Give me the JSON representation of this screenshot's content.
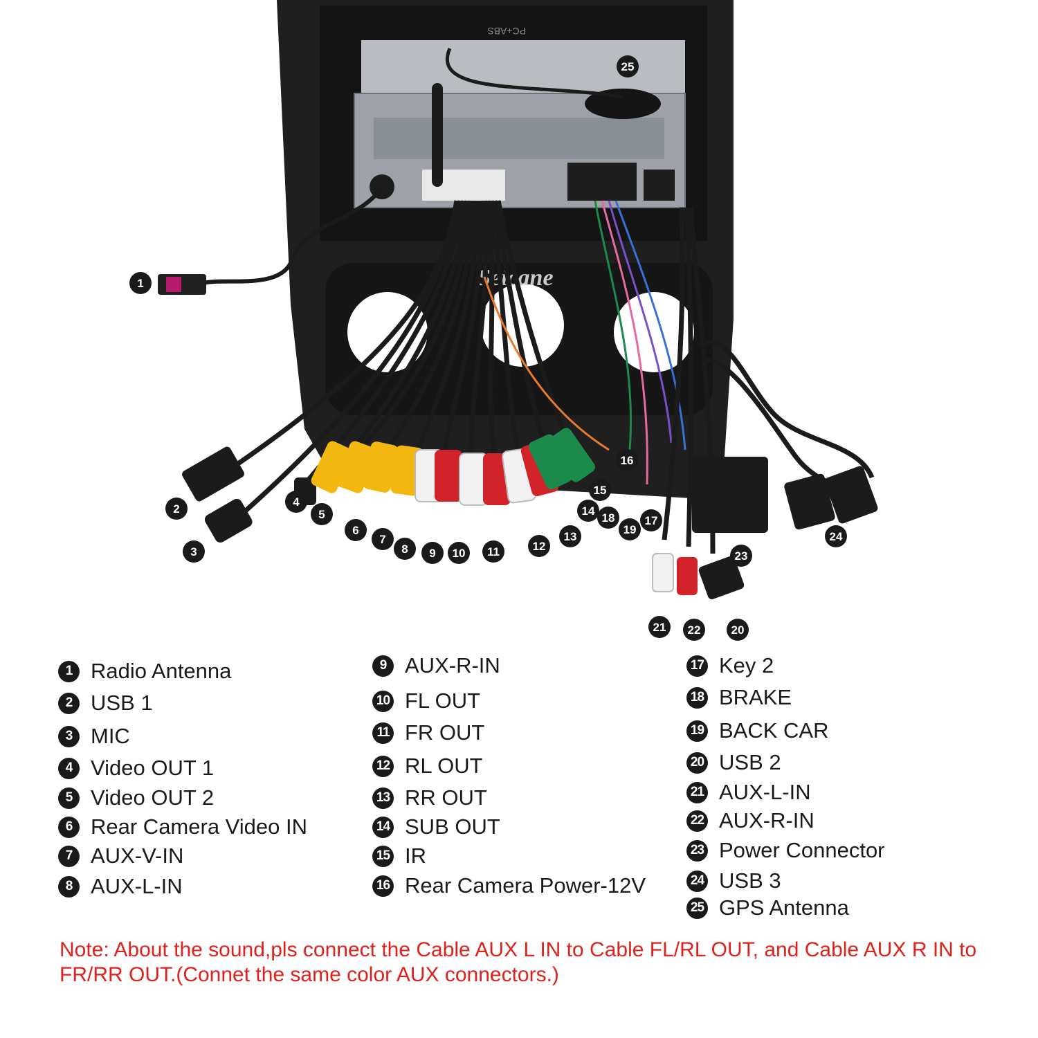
{
  "watermark": "Seicane",
  "casing_label": "PC+ABS",
  "legend": {
    "col1": [
      {
        "num": "1",
        "label": "Radio Antenna"
      },
      {
        "num": "2",
        "label": "USB 1"
      },
      {
        "num": "3",
        "label": "MIC"
      },
      {
        "num": "4",
        "label": "Video OUT 1"
      },
      {
        "num": "5",
        "label": "Video OUT 2"
      },
      {
        "num": "6",
        "label": "Rear Camera Video IN"
      },
      {
        "num": "7",
        "label": "AUX-V-IN"
      },
      {
        "num": "8",
        "label": "AUX-L-IN"
      }
    ],
    "col2": [
      {
        "num": "9",
        "label": "AUX-R-IN"
      },
      {
        "num": "10",
        "label": "FL OUT"
      },
      {
        "num": "11",
        "label": "FR OUT"
      },
      {
        "num": "12",
        "label": "RL OUT"
      },
      {
        "num": "13",
        "label": "RR OUT"
      },
      {
        "num": "14",
        "label": "SUB OUT"
      },
      {
        "num": "15",
        "label": "IR"
      },
      {
        "num": "16",
        "label": "Rear Camera Power-12V"
      }
    ],
    "col3": [
      {
        "num": "17",
        "label": "Key 2"
      },
      {
        "num": "18",
        "label": "BRAKE"
      },
      {
        "num": "19",
        "label": "BACK CAR"
      },
      {
        "num": "20",
        "label": "USB 2"
      },
      {
        "num": "21",
        "label": "AUX-L-IN"
      },
      {
        "num": "22",
        "label": "AUX-R-IN"
      },
      {
        "num": "23",
        "label": "Power Connector"
      },
      {
        "num": "24",
        "label": "USB 3"
      },
      {
        "num": "25",
        "label": "GPS Antenna"
      }
    ]
  },
  "markers": [
    "1",
    "2",
    "3",
    "4",
    "5",
    "6",
    "7",
    "8",
    "9",
    "10",
    "11",
    "12",
    "13",
    "14",
    "15",
    "16",
    "17",
    "18",
    "19",
    "20",
    "21",
    "22",
    "23",
    "24",
    "25"
  ],
  "note": "Note: About the sound,pls connect the Cable AUX L IN to Cable FL/RL OUT, and Cable AUX R IN to FR/RR OUT.(Connet the same color AUX connectors.)",
  "colors": {
    "note": "#e0201b",
    "yellow_rca": "#f2b80f",
    "white_rca": "#f1f1f1",
    "red_rca": "#d2232a",
    "green_rca": "#1c8a4a",
    "cable": "#1b1b1b"
  }
}
